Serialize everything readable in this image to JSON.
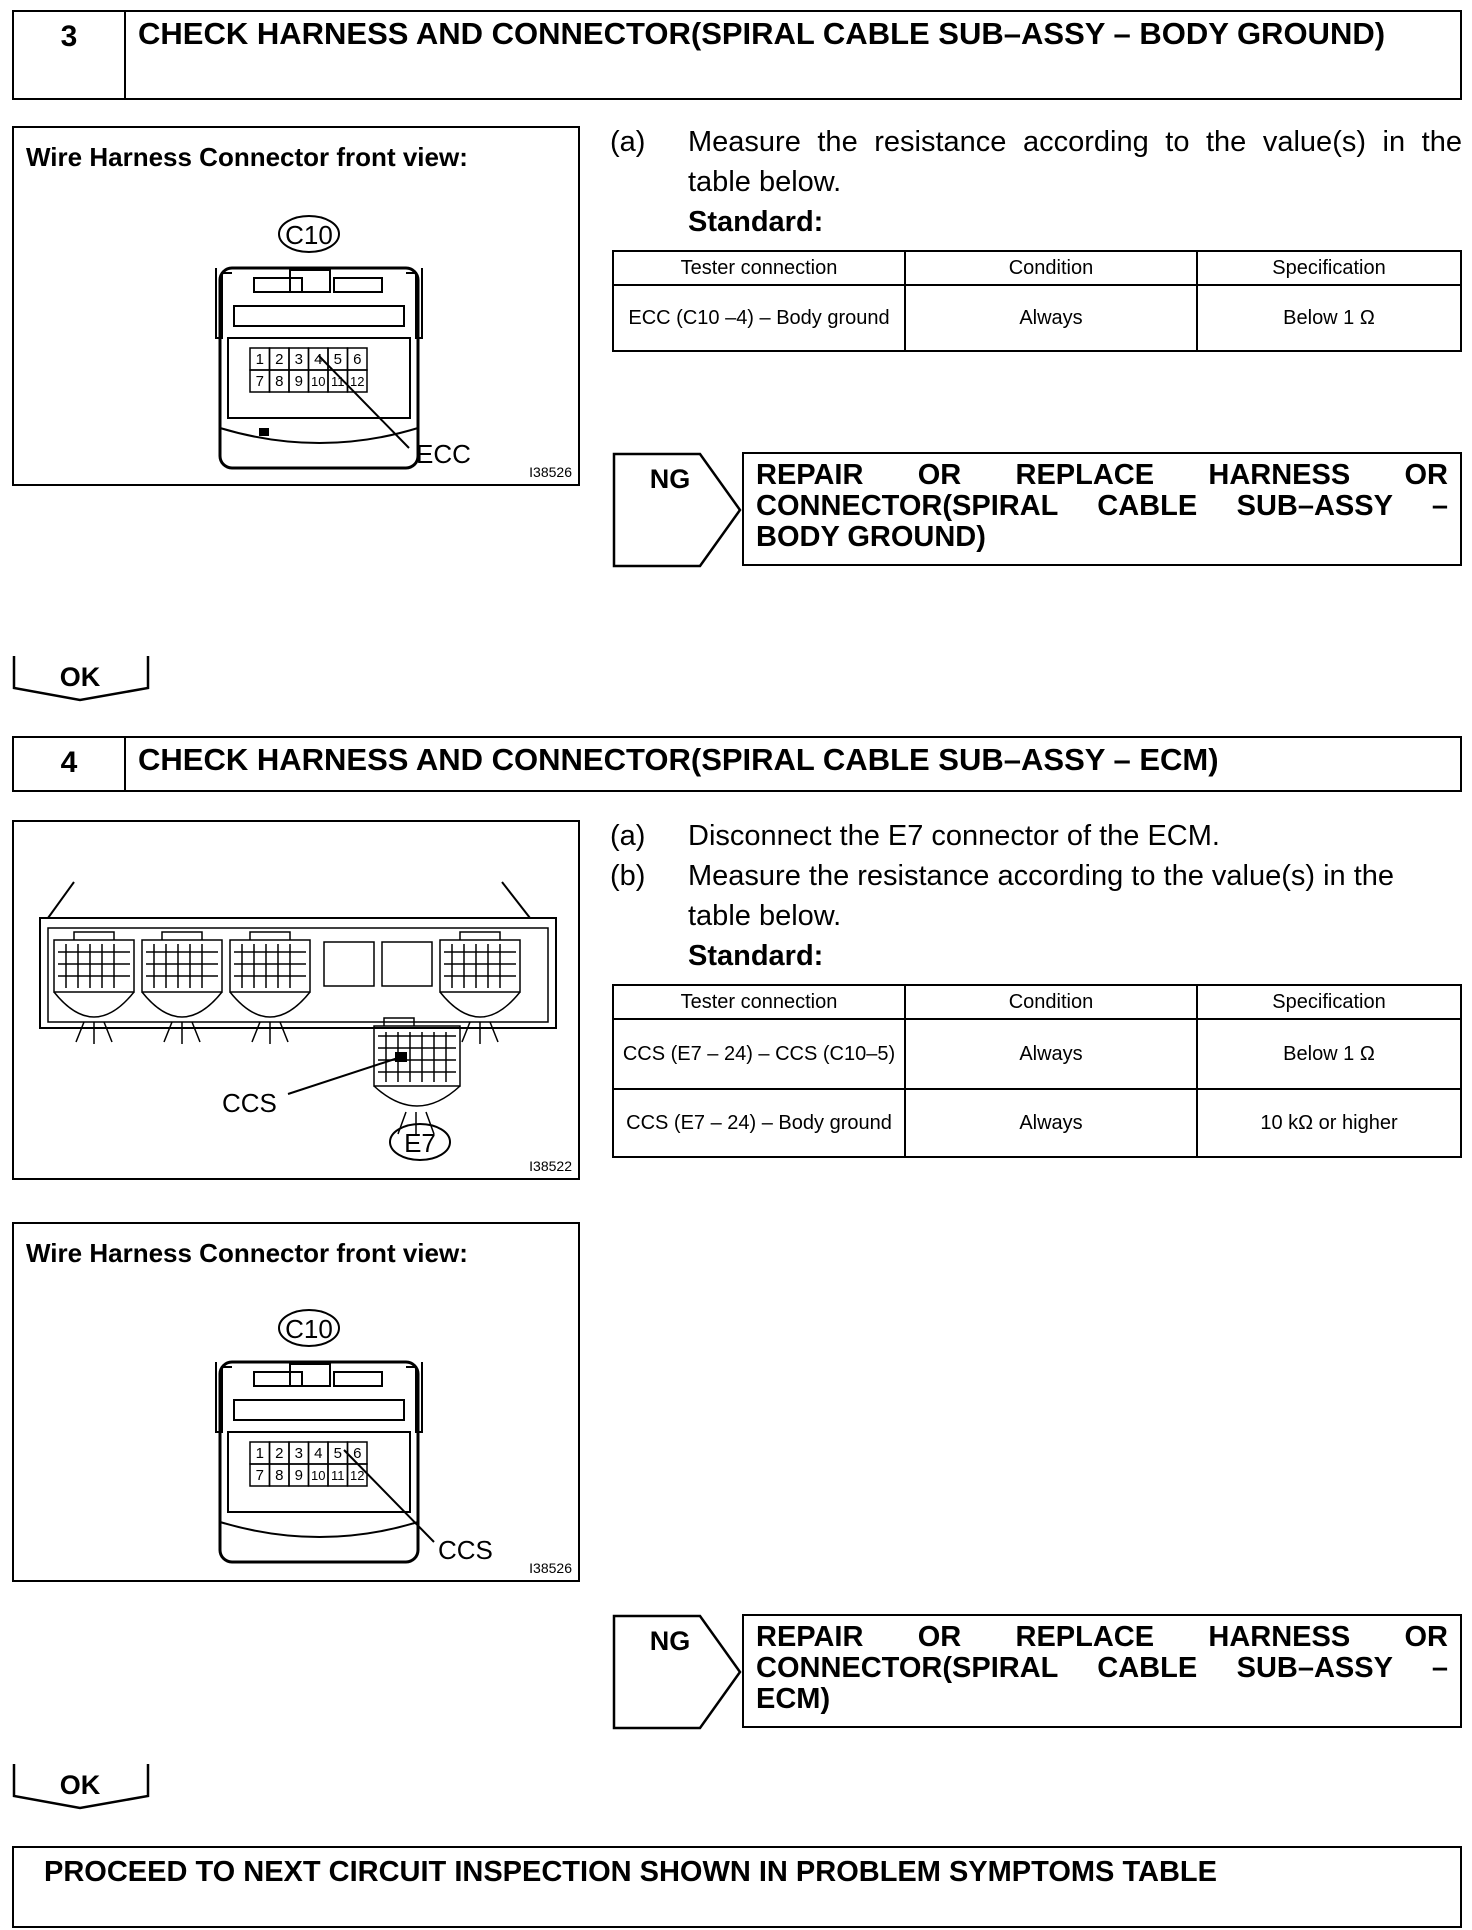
{
  "step3": {
    "number": "3",
    "title": "CHECK HARNESS AND CONNECTOR(SPIRAL CABLE SUB–ASSY – BODY GROUND)",
    "figure": {
      "title": "Wire Harness Connector front view:",
      "connector": "C10",
      "pins_top": [
        "1",
        "2",
        "3",
        "4",
        "5",
        "6"
      ],
      "pins_bottom": [
        "7",
        "8",
        "9",
        "10",
        "11",
        "12"
      ],
      "callout": "ECC",
      "code": "I38526"
    },
    "instructions": [
      {
        "label": "(a)",
        "text": "Measure the resistance according to the value(s) in the table below."
      }
    ],
    "standard_label": "Standard:",
    "table": {
      "headers": [
        "Tester connection",
        "Condition",
        "Specification"
      ],
      "rows": [
        [
          "ECC (C10 –4) – Body ground",
          "Always",
          "Below 1 Ω"
        ]
      ]
    },
    "ng_label": "NG",
    "ng_text": [
      "REPAIR OR REPLACE HARNESS OR",
      "CONNECTOR(SPIRAL CABLE SUB–ASSY –",
      "BODY GROUND)"
    ],
    "ok_label": "OK"
  },
  "step4": {
    "number": "4",
    "title": "CHECK HARNESS AND CONNECTOR(SPIRAL CABLE SUB–ASSY – ECM)",
    "figure1": {
      "callout": "CCS",
      "connector": "E7",
      "code": "I38522"
    },
    "figure2": {
      "title": "Wire Harness Connector front view:",
      "connector": "C10",
      "pins_top": [
        "1",
        "2",
        "3",
        "4",
        "5",
        "6"
      ],
      "pins_bottom": [
        "7",
        "8",
        "9",
        "10",
        "11",
        "12"
      ],
      "callout": "CCS",
      "code": "I38526"
    },
    "instructions": [
      {
        "label": "(a)",
        "text": "Disconnect the E7 connector of the ECM."
      },
      {
        "label": "(b)",
        "text": "Measure the resistance according to the value(s) in the table below."
      }
    ],
    "standard_label": "Standard:",
    "table": {
      "headers": [
        "Tester connection",
        "Condition",
        "Specification"
      ],
      "rows": [
        [
          "CCS (E7 – 24) – CCS (C10–5)",
          "Always",
          "Below 1 Ω"
        ],
        [
          "CCS (E7 – 24) – Body ground",
          "Always",
          "10 kΩ or higher"
        ]
      ]
    },
    "ng_label": "NG",
    "ng_text": [
      "REPAIR OR REPLACE HARNESS OR",
      "CONNECTOR(SPIRAL CABLE SUB–ASSY –",
      "ECM)"
    ],
    "ok_label": "OK"
  },
  "final": {
    "text": "PROCEED TO NEXT CIRCUIT INSPECTION SHOWN IN PROBLEM SYMPTOMS TABLE"
  }
}
